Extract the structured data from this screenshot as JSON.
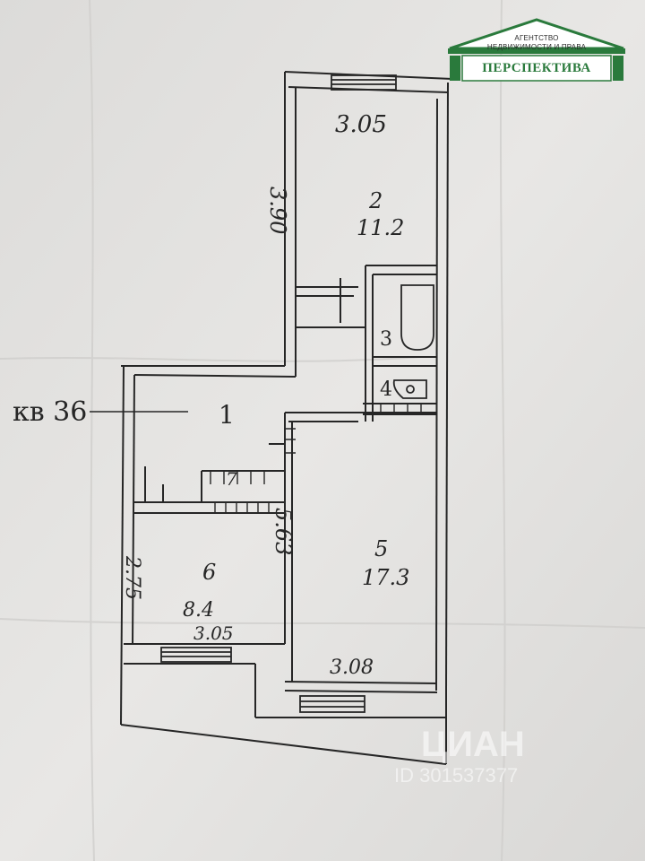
{
  "logo": {
    "line1": "АГЕНТСТВО",
    "line2": "НЕДВИЖИМОСТИ И ПРАВА",
    "name": "ПЕРСПЕКТИВА",
    "accent": "#2a7a3c"
  },
  "plan": {
    "apartment_label": "кв 36",
    "rooms": [
      {
        "number": "1"
      },
      {
        "number": "2",
        "area": "11.2"
      },
      {
        "number": "3"
      },
      {
        "number": "4"
      },
      {
        "number": "5",
        "area": "17.3"
      },
      {
        "number": "6",
        "area": "8.4"
      },
      {
        "number": "7"
      }
    ],
    "dimensions": {
      "room2_width": "3.05",
      "room2_length": "3.90",
      "room5_length": "5.63",
      "room5_width": "3.08",
      "room6_length": "2.75",
      "room6_width": "3.05"
    }
  },
  "watermark": {
    "brand": "ЦИАН",
    "id": "ID 301537377"
  }
}
